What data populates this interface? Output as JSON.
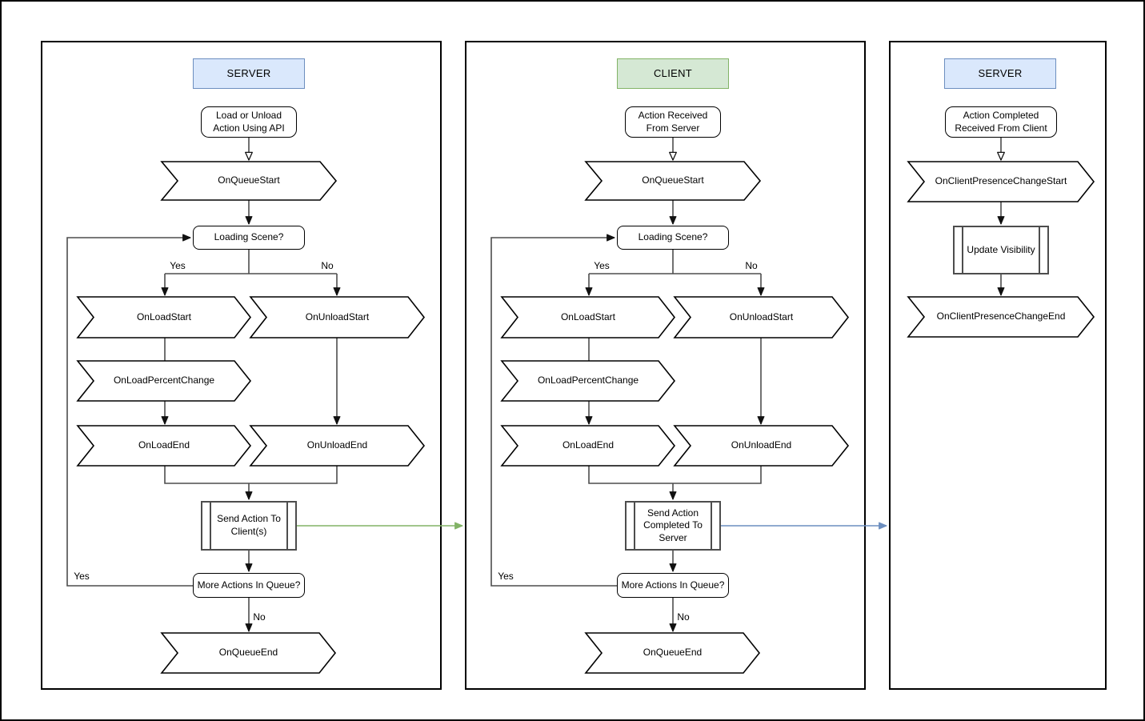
{
  "colors": {
    "server_header_fill": "#dae8fc",
    "server_header_border": "#6c8ebf",
    "client_header_fill": "#d5e8d4",
    "client_header_border": "#82b366",
    "send_to_client_arrow": "#82b366",
    "send_to_server_arrow": "#6c8ebf",
    "shape_stroke": "#000000",
    "connector_stroke": "#4d4d4d"
  },
  "panels": [
    {
      "header": "SERVER",
      "start": "Load or Unload Action Using API",
      "on_queue_start": "OnQueueStart",
      "loading_scene": "Loading Scene?",
      "branch_yes": "Yes",
      "branch_no": "No",
      "on_load_start": "OnLoadStart",
      "on_unload_start": "OnUnloadStart",
      "on_load_percent_change": "OnLoadPercentChange",
      "on_load_end": "OnLoadEnd",
      "on_unload_end": "OnUnloadEnd",
      "subprocess": "Send Action To Client(s)",
      "more_actions": "More Actions In Queue?",
      "loop_yes": "Yes",
      "no_more": "No",
      "on_queue_end": "OnQueueEnd"
    },
    {
      "header": "CLIENT",
      "start": "Action Received From Server",
      "on_queue_start": "OnQueueStart",
      "loading_scene": "Loading Scene?",
      "branch_yes": "Yes",
      "branch_no": "No",
      "on_load_start": "OnLoadStart",
      "on_unload_start": "OnUnloadStart",
      "on_load_percent_change": "OnLoadPercentChange",
      "on_load_end": "OnLoadEnd",
      "on_unload_end": "OnUnloadEnd",
      "subprocess": "Send Action Completed To Server",
      "more_actions": "More Actions In Queue?",
      "loop_yes": "Yes",
      "no_more": "No",
      "on_queue_end": "OnQueueEnd"
    },
    {
      "header": "SERVER",
      "start": "Action Completed Received From Client",
      "on_client_presence_change_start": "OnClientPresenceChangeStart",
      "update_visibility": "Update Visibility",
      "on_client_presence_change_end": "OnClientPresenceChangeEnd"
    }
  ]
}
